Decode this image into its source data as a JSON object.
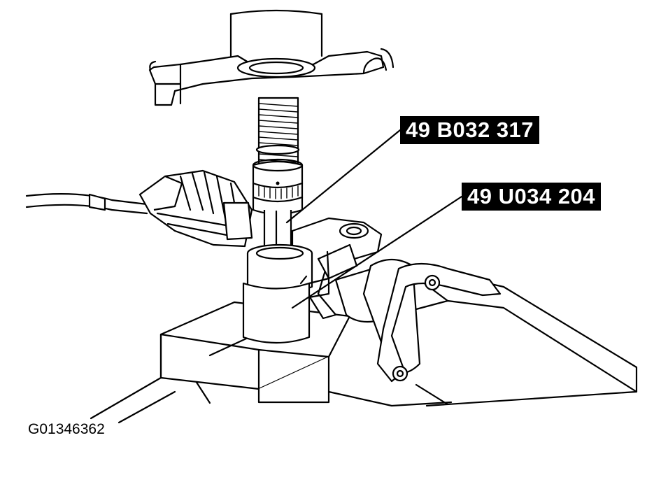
{
  "callouts": [
    {
      "label": "49 B032 317"
    },
    {
      "label": "49 U034 204"
    }
  ],
  "figure_id": "G01346362",
  "colors": {
    "ink": "#000000",
    "paper": "#ffffff"
  }
}
